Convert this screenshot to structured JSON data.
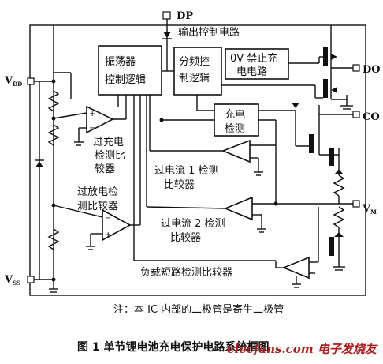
{
  "labels": {
    "dp": "DP",
    "output_control": "输出控制电路",
    "osc_line1": "振荡器",
    "osc_line2": "控制逻辑",
    "div_line1": "分频控",
    "div_line2": "制逻辑",
    "ov_line1": "0V 禁止充",
    "ov_line2": "电电路",
    "do": "DO",
    "co": "CO",
    "vdd_main": "V",
    "vdd_sub": "DD",
    "vss_main": "V",
    "vss_sub": "SS",
    "vm_main": "V",
    "vm_sub": "M",
    "charge_detect_line1": "充电",
    "charge_detect_line2": "检测",
    "overcharge_line1": "过充电",
    "overcharge_line2": "检测比",
    "overcharge_line3": "较器",
    "overcurrent1_line1": "过电流 1 检测",
    "overcurrent1_line2": "比较器",
    "overdischarge_line1": "过放电检",
    "overdischarge_line2": "测比较器",
    "overcurrent2_line1": "过电流 2 检测",
    "overcurrent2_line2": "比较器",
    "short_detect": "负载短路检测比较器",
    "note": "注：本 IC 内部的二极管是寄生二极管",
    "caption": "图 1    单节锂电池充电保护电路系统框图",
    "watermark": "elecfans.com 电子发烧友"
  }
}
